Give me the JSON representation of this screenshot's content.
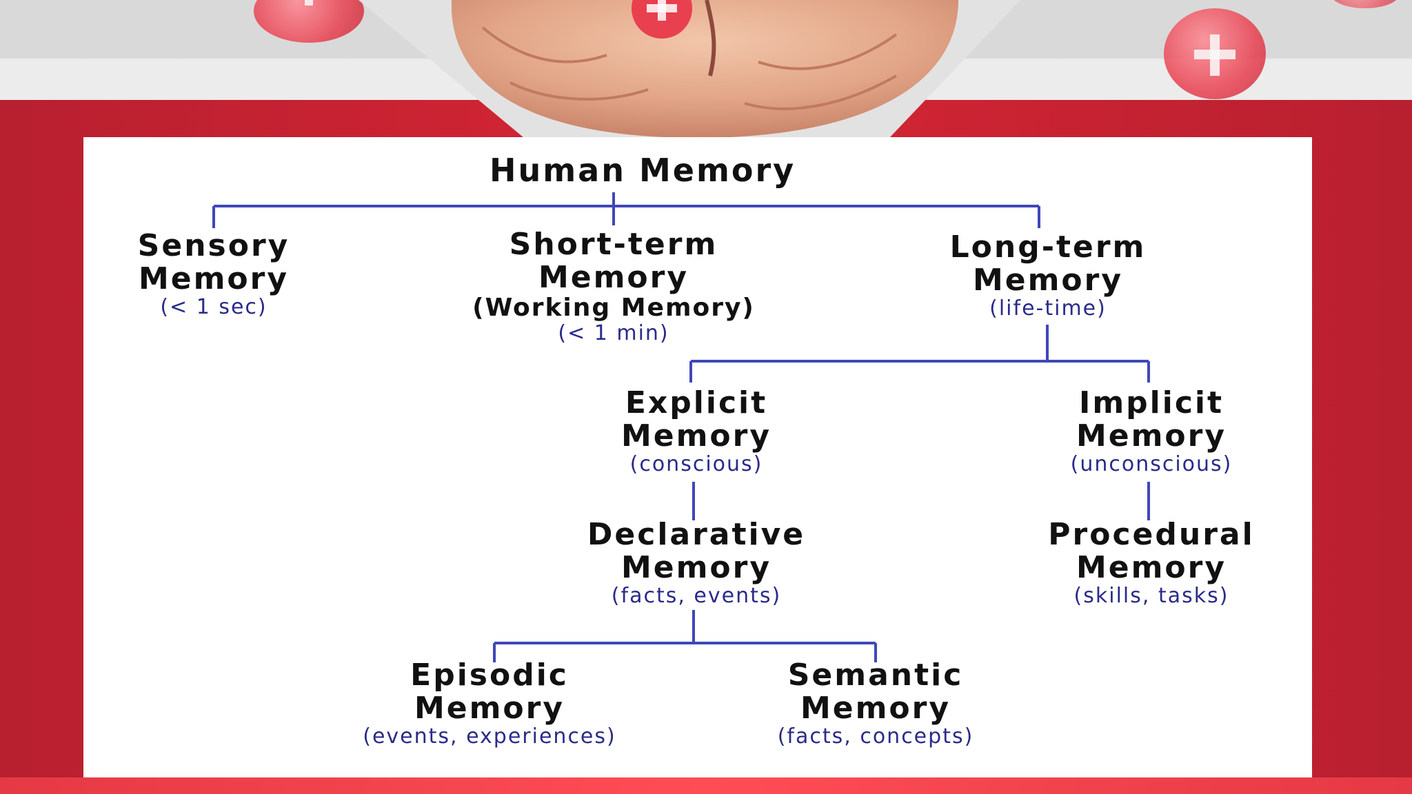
{
  "colors": {
    "connector": "#3f47b8",
    "subtitle": "#2a2a8a",
    "slide_red": "#c8202f",
    "panel": "#ffffff"
  },
  "diagram": {
    "root": {
      "name": "Human Memory"
    },
    "sensory": {
      "line1": "Sensory",
      "line2": "Memory",
      "sub": "(< 1 sec)"
    },
    "short_term": {
      "line1": "Short-term",
      "line2": "Memory",
      "sub_bold": "(Working Memory)",
      "sub": "(< 1 min)"
    },
    "long_term": {
      "line1": "Long-term",
      "line2": "Memory",
      "sub": "(life-time)"
    },
    "explicit": {
      "line1": "Explicit",
      "line2": "Memory",
      "sub": "(conscious)"
    },
    "implicit": {
      "line1": "Implicit",
      "line2": "Memory",
      "sub": "(unconscious)"
    },
    "declarative": {
      "line1": "Declarative",
      "line2": "Memory",
      "sub": "(facts, events)"
    },
    "procedural": {
      "line1": "Procedural",
      "line2": "Memory",
      "sub": "(skills, tasks)"
    },
    "episodic": {
      "line1": "Episodic",
      "line2": "Memory",
      "sub": "(events, experiences)"
    },
    "semantic": {
      "line1": "Semantic",
      "line2": "Memory",
      "sub": "(facts, concepts)"
    }
  }
}
